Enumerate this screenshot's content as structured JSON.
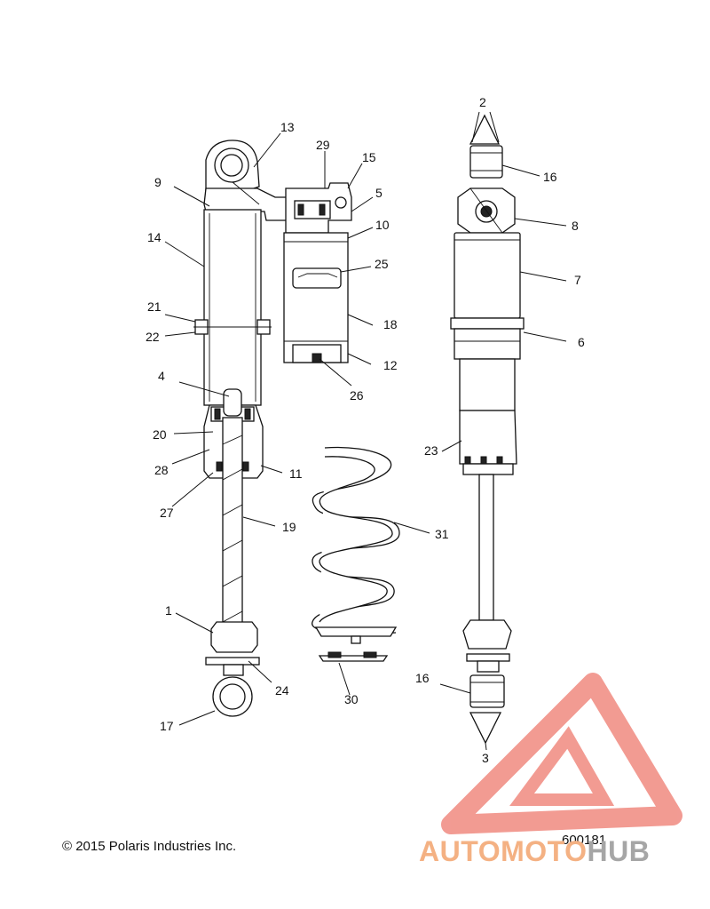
{
  "callouts": [
    "1",
    "2",
    "3",
    "4",
    "5",
    "6",
    "7",
    "8",
    "9",
    "10",
    "11",
    "12",
    "13",
    "14",
    "15",
    "16",
    "16",
    "17",
    "18",
    "19",
    "20",
    "21",
    "22",
    "23",
    "24",
    "25",
    "26",
    "27",
    "28",
    "29",
    "30",
    "31"
  ],
  "labels": {
    "c1": "1",
    "c2": "2",
    "c3": "3",
    "c4": "4",
    "c5": "5",
    "c6": "6",
    "c7": "7",
    "c8": "8",
    "c9": "9",
    "c10": "10",
    "c11": "11",
    "c12": "12",
    "c13": "13",
    "c14": "14",
    "c15": "15",
    "c16a": "16",
    "c16b": "16",
    "c17": "17",
    "c18": "18",
    "c19": "19",
    "c20": "20",
    "c21": "21",
    "c22": "22",
    "c23": "23",
    "c24": "24",
    "c25": "25",
    "c26": "26",
    "c27": "27",
    "c28": "28",
    "c29": "29",
    "c30": "30",
    "c31": "31"
  },
  "footer": {
    "copyright": "© 2015 Polaris Industries Inc.",
    "figure_number": "600181"
  },
  "watermark": {
    "part1": "AUTOMOTO",
    "part2": "HUB",
    "colors": {
      "logo": "#f4a09a",
      "text_light": "#f4b183",
      "text_gray": "#a6a6a6"
    }
  }
}
